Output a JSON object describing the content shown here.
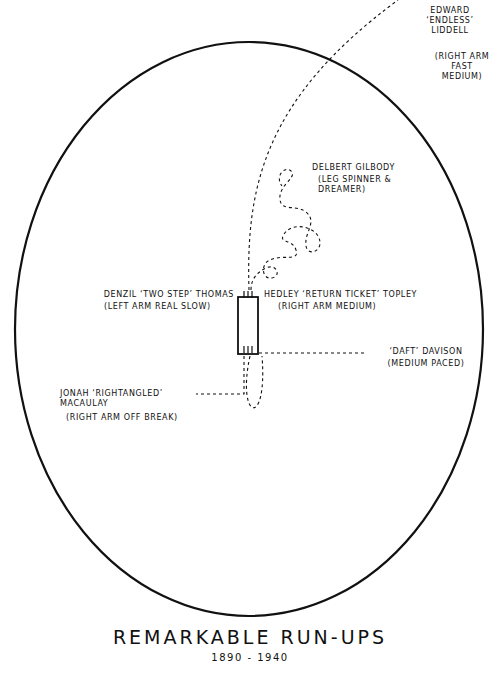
{
  "diagram": {
    "title": "REMARKABLE RUN-UPS",
    "labels": [
      "EDWARD ‘ENDLESS’ LIDDELL",
      "(RIGHT ARM FAST MEDIUM)",
      "DELBERT GILBODY",
      "(LEG SPINNER & DREAMER)",
      "DENZIL ‘TWO STEP’ THOMAS",
      "(LEFT ARM REAL SLOW)",
      "HEDLEY ‘RETURN TICKET’ TOPLEY",
      "(RIGHT ARM MEDIUM)",
      "‘DAFT’ DAVISON",
      "(MEDIUM PACED)",
      "JONAH ‘RIGHTANGLED’ MACAULAY",
      "(RIGHT ARM OFF BREAK)",
      "1890 - 1940"
    ]
  }
}
